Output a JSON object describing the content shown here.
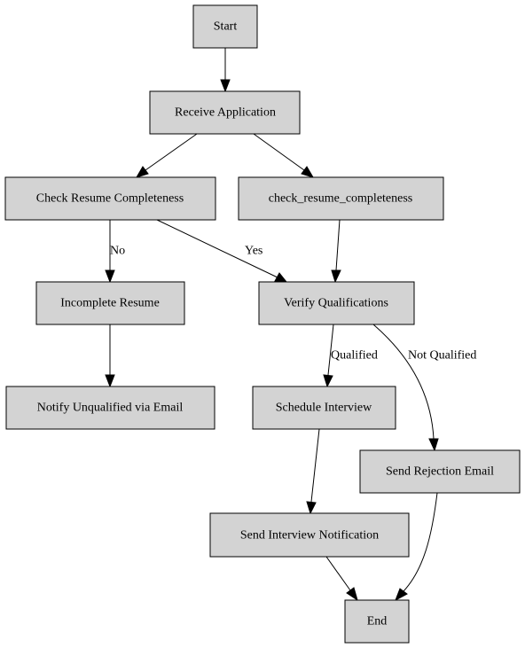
{
  "nodes": {
    "start": "Start",
    "receive": "Receive Application",
    "check": "Check Resume Completeness",
    "check_code": "check_resume_completeness",
    "incomplete": "Incomplete Resume",
    "verify": "Verify Qualifications",
    "notify": "Notify Unqualified via Email",
    "schedule": "Schedule Interview",
    "reject": "Send Rejection Email",
    "notification": "Send Interview Notification",
    "end": "End"
  },
  "edge_labels": {
    "no": "No",
    "yes": "Yes",
    "qualified": "Qualified",
    "not_qualified": "Not Qualified"
  },
  "colors": {
    "node_fill": "#d3d3d3",
    "stroke": "#000000"
  }
}
